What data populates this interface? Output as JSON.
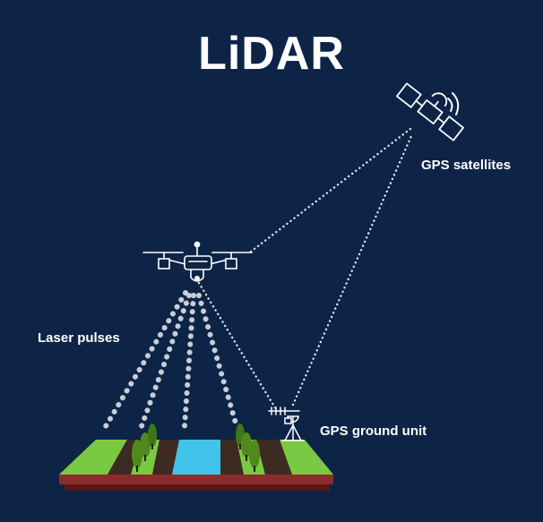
{
  "diagram": {
    "title": "LiDAR",
    "labels": {
      "satellites": "GPS satellites",
      "laser_pulses": "Laser pulses",
      "ground_unit": "GPS ground unit"
    }
  },
  "colors": {
    "background": "#0d2447",
    "grass": "#7ac943",
    "soil": "#3d2a22",
    "water": "#42c3ea",
    "base": "#8b2c2c",
    "base_shadow": "#5b1717",
    "trees": "#4e8a1e",
    "tree_dark": "#2f5a12",
    "line": "#ffffff",
    "pulse": "#c8cdd6"
  },
  "icons": [
    "satellite-icon",
    "drone-icon",
    "gps-ground-unit-icon",
    "tree-icon"
  ]
}
